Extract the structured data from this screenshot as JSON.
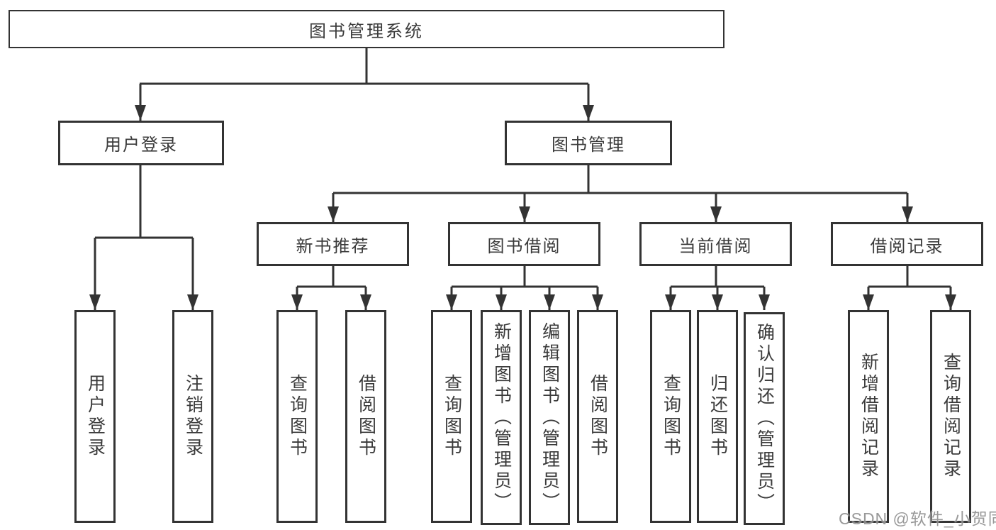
{
  "diagram_type": "hierarchy",
  "colors": {
    "line": "#333333",
    "box_border": "#333333",
    "text": "#3b3b3b",
    "background": "#ffffff",
    "watermark": "#8f8f8f"
  },
  "watermark": "CSDN @软件_小贺同学",
  "tree": {
    "root": "图书管理系统",
    "user_branch": {
      "label": "用户登录",
      "children": [
        "用户登录",
        "注销登录"
      ]
    },
    "mgmt_branch": {
      "label": "图书管理",
      "sections": [
        {
          "label": "新书推荐",
          "children": [
            "查询图书",
            "借阅图书"
          ]
        },
        {
          "label": "图书借阅",
          "children": [
            "查询图书",
            "新增图书（管理员）",
            "编辑图书（管理员）",
            "借阅图书"
          ]
        },
        {
          "label": "当前借阅",
          "children": [
            "查询图书",
            "归还图书",
            "确认归还（管理员）"
          ]
        },
        {
          "label": "借阅记录",
          "children": [
            "新增借阅记录",
            "查询借阅记录"
          ]
        }
      ]
    }
  }
}
